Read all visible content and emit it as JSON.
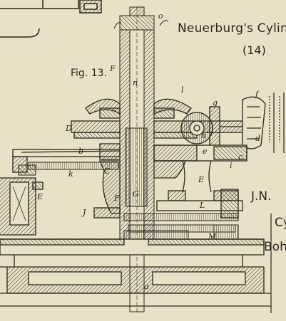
{
  "title": "Neuerburg's Cylind",
  "plate_number": "(14)",
  "figure_label": "Fig. 13.",
  "side_text": [
    "J.N.",
    "Cy",
    "Bohr"
  ],
  "part_letters": {
    "o": "o",
    "F_top": "F",
    "n": "n",
    "l": "l",
    "f": "f",
    "g": "g",
    "D": "D",
    "h": "h",
    "d": "d",
    "b": "b",
    "e": "e",
    "c": "c",
    "i": "i",
    "C": "C",
    "k": "k",
    "E_left": "E",
    "E_right": "E",
    "F_mid": "F",
    "G": "G",
    "J": "J",
    "L": "L",
    "M": "M",
    "a": "a"
  },
  "colors": {
    "paper": "#e9e0c8",
    "ink": "#2a2822"
  }
}
